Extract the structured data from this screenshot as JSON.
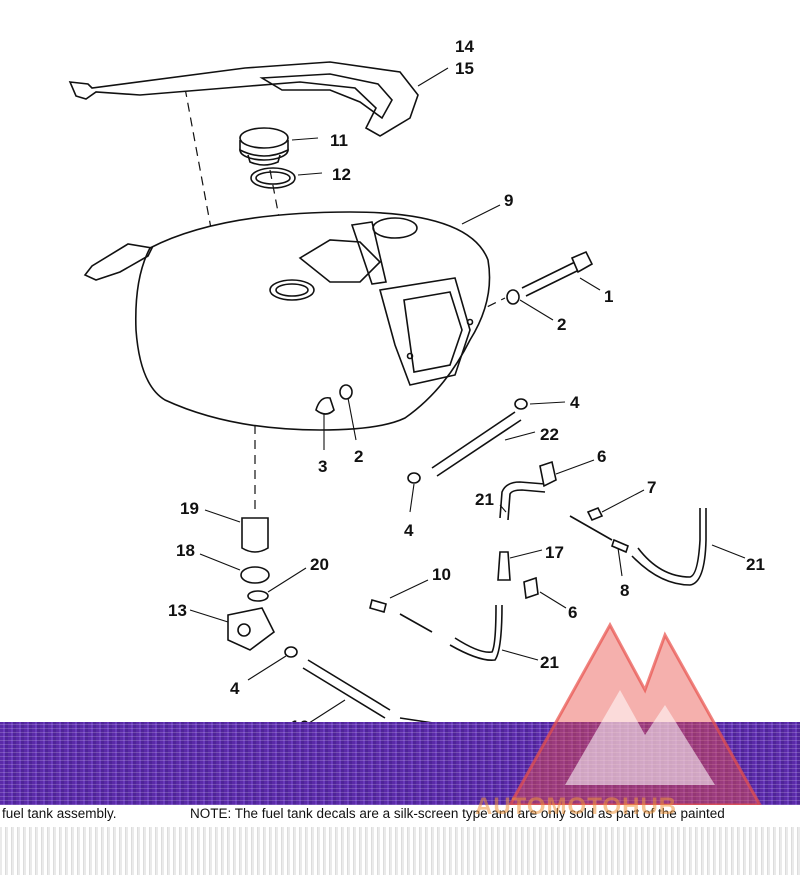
{
  "callouts": {
    "c1": "1",
    "c2a": "2",
    "c2b": "2",
    "c3": "3",
    "c4a": "4",
    "c4b": "4",
    "c4c": "4",
    "c6a": "6",
    "c6b": "6",
    "c7": "7",
    "c8": "8",
    "c9": "9",
    "c10": "10",
    "c11": "11",
    "c12": "12",
    "c13": "13",
    "c14": "14",
    "c15": "15",
    "c16": "16",
    "c17": "17",
    "c18": "18",
    "c19": "19",
    "c20": "20",
    "c21a": "21",
    "c21b": "21",
    "c21c": "21",
    "c22": "22"
  },
  "notes": {
    "left": "fuel tank assembly.",
    "right": "NOTE: The fuel tank decals are a silk-screen type and are only sold as part of the painted"
  },
  "watermark": {
    "text": "AUTOMOTOHUB",
    "color": "#e8504a",
    "accent": "#f0963c"
  },
  "band_color": "#5a2aa8"
}
